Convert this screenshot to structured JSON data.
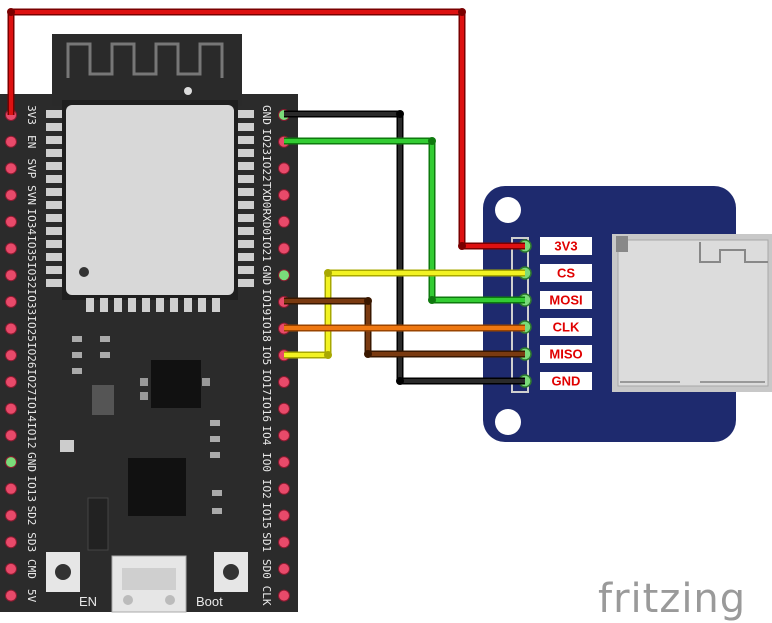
{
  "left_pins": [
    "3V3",
    "EN",
    "SVP",
    "SVN",
    "IO34",
    "IO35",
    "IO32",
    "IO33",
    "IO25",
    "IO26",
    "IO27",
    "IO14",
    "IO12",
    "GND",
    "IO13",
    "SD2",
    "SD3",
    "CMD",
    "5V"
  ],
  "right_pins": [
    "GND",
    "IO23",
    "IO22",
    "TXD0",
    "RXD0",
    "IO21",
    "GND",
    "IO19",
    "IO18",
    "IO5",
    "IO17",
    "IO16",
    "IO4",
    "IO0",
    "IO2",
    "IO15",
    "SD1",
    "SD0",
    "CLK"
  ],
  "sd_pins": [
    "3V3",
    "CS",
    "MOSI",
    "CLK",
    "MISO",
    "GND"
  ],
  "buttons": {
    "en": "EN",
    "boot": "Boot"
  },
  "brand": "fritzing",
  "connections": [
    {
      "from": "3V3",
      "to": "3V3",
      "color": "#cc0000"
    },
    {
      "from": "GND",
      "to": "GND",
      "color": "#1a1a1a"
    },
    {
      "from": "IO23",
      "to": "MOSI",
      "color": "#22bb22"
    },
    {
      "from": "IO19",
      "to": "MISO",
      "color": "#7a3a10"
    },
    {
      "from": "IO18",
      "to": "CLK",
      "color": "#ee7711"
    },
    {
      "from": "IO5",
      "to": "CS",
      "color": "#eeee22"
    }
  ],
  "colors": {
    "board": "#2b2b2b",
    "module": "#d8d8d8",
    "sd_board": "#1e2a6e",
    "pin_pink": "#e84a6a",
    "pin_green": "#7adb7a"
  }
}
